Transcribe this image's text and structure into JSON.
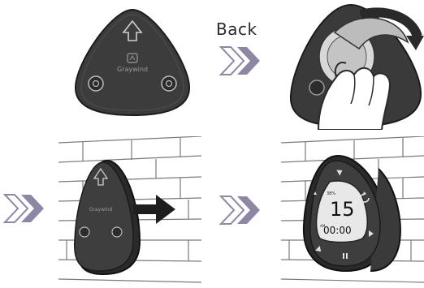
{
  "steps": {
    "back_label": "Back",
    "brand": "Graywind"
  },
  "display": {
    "top_small": "38%",
    "big_number": "15",
    "bottom_number": "00:00",
    "bottom_prefix": "AM"
  },
  "colors": {
    "device": "#3a3a3a",
    "device_dark": "#262626",
    "chevron": "#8e86a3",
    "brick_line": "#7a7a7a",
    "screen": "#e8e8e8"
  },
  "icons": [
    "up-arrow-icon",
    "logo-icon",
    "screw-hole-icon",
    "rotate-arrow-icon",
    "right-arrow-icon",
    "chevron-double-icon",
    "play-icon",
    "pause-icon",
    "refresh-icon"
  ]
}
